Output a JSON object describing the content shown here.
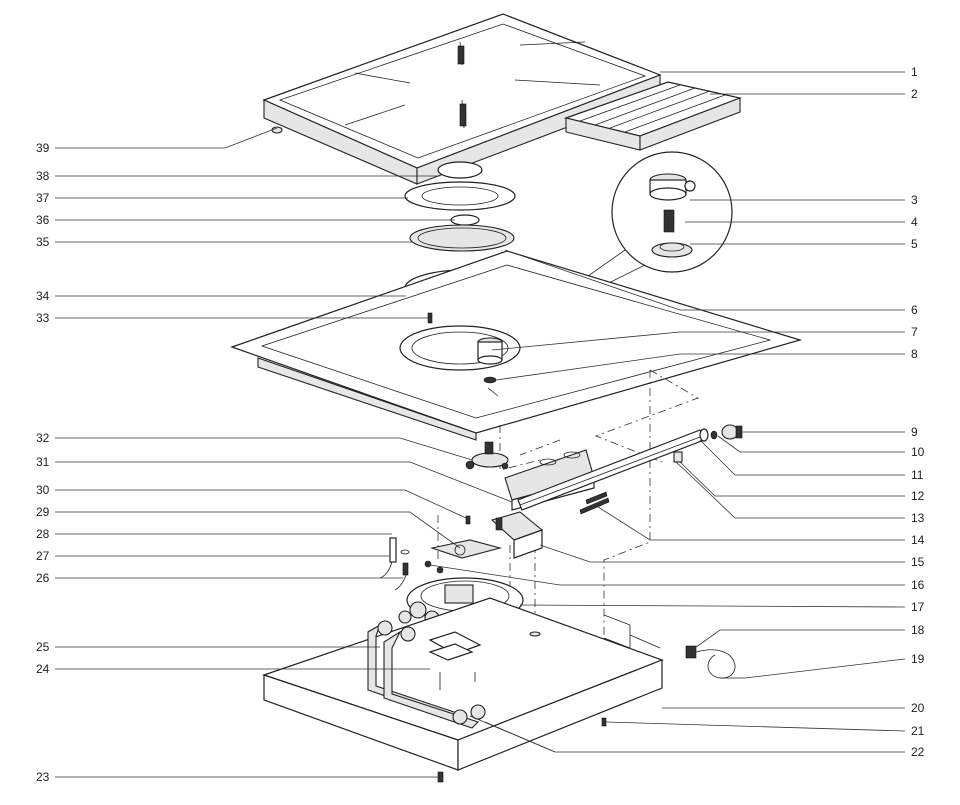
{
  "diagram": {
    "right_labels": [
      "1",
      "2",
      "3",
      "4",
      "5",
      "6",
      "7",
      "8",
      "9",
      "10",
      "11",
      "12",
      "13",
      "14",
      "15",
      "16",
      "17",
      "18",
      "19",
      "20",
      "21",
      "22"
    ],
    "left_labels": [
      "39",
      "38",
      "37",
      "36",
      "35",
      "34",
      "33",
      "32",
      "31",
      "30",
      "29",
      "28",
      "27",
      "26",
      "25",
      "24",
      "23"
    ]
  },
  "colors": {
    "line": "#222222",
    "panel": "#e6e6e6",
    "background": "#ffffff"
  }
}
